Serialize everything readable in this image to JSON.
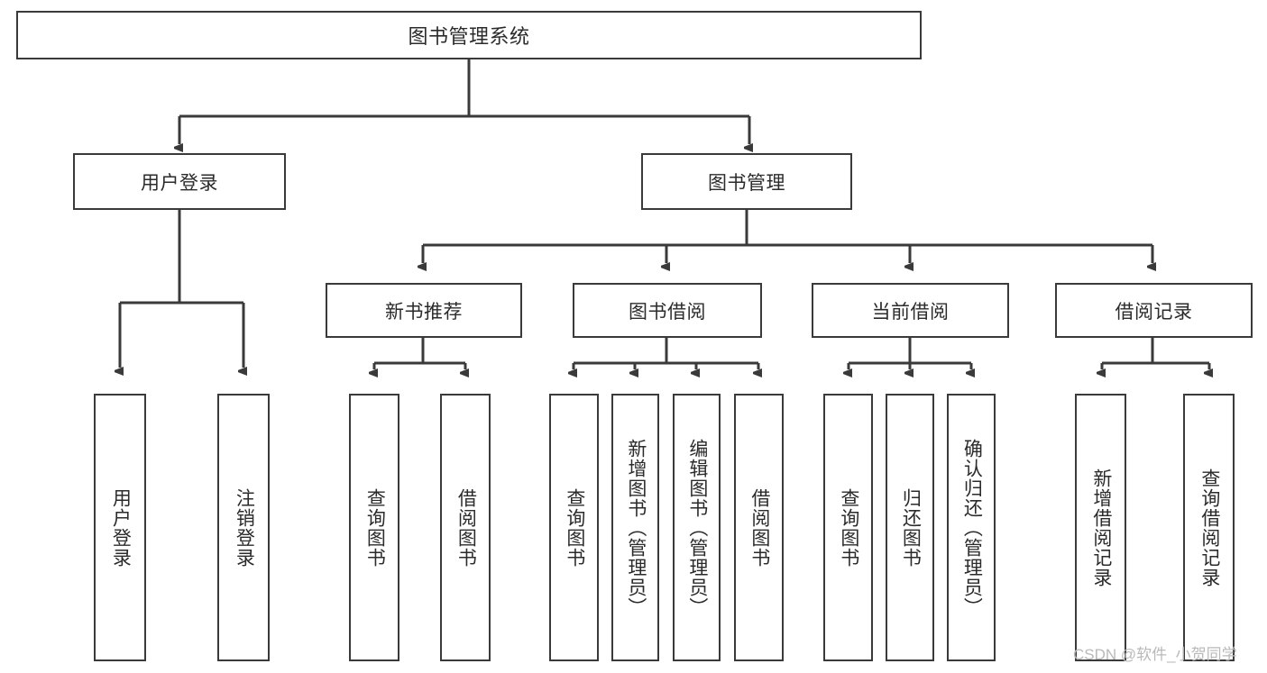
{
  "diagram": {
    "title": "图书管理系统",
    "root": {
      "label": "图书管理系统"
    },
    "level1": [
      {
        "label": "用户登录"
      },
      {
        "label": "图书管理"
      }
    ],
    "level2": [
      {
        "label": "新书推荐"
      },
      {
        "label": "图书借阅"
      },
      {
        "label": "当前借阅"
      },
      {
        "label": "借阅记录"
      }
    ],
    "leaves": {
      "user_login": [
        {
          "label": "用户登录"
        },
        {
          "label": "注销登录"
        }
      ],
      "new_book_recommend": [
        {
          "label": "查询图书"
        },
        {
          "label": "借阅图书"
        }
      ],
      "book_borrow": [
        {
          "label": "查询图书"
        },
        {
          "label": "新增图书（管理员）"
        },
        {
          "label": "编辑图书（管理员）"
        },
        {
          "label": "借阅图书"
        }
      ],
      "current_borrow": [
        {
          "label": "查询图书"
        },
        {
          "label": "归还图书"
        },
        {
          "label": "确认归还（管理员）"
        }
      ],
      "borrow_record": [
        {
          "label": "新增借阅记录"
        },
        {
          "label": "查询借阅记录"
        }
      ]
    }
  },
  "watermark": {
    "text": "CSDN @软件_小贺同学"
  },
  "colors": {
    "border": "#3a3a3a",
    "text": "#2b2b2b",
    "background": "#ffffff",
    "watermark": "#b9b9b9"
  }
}
